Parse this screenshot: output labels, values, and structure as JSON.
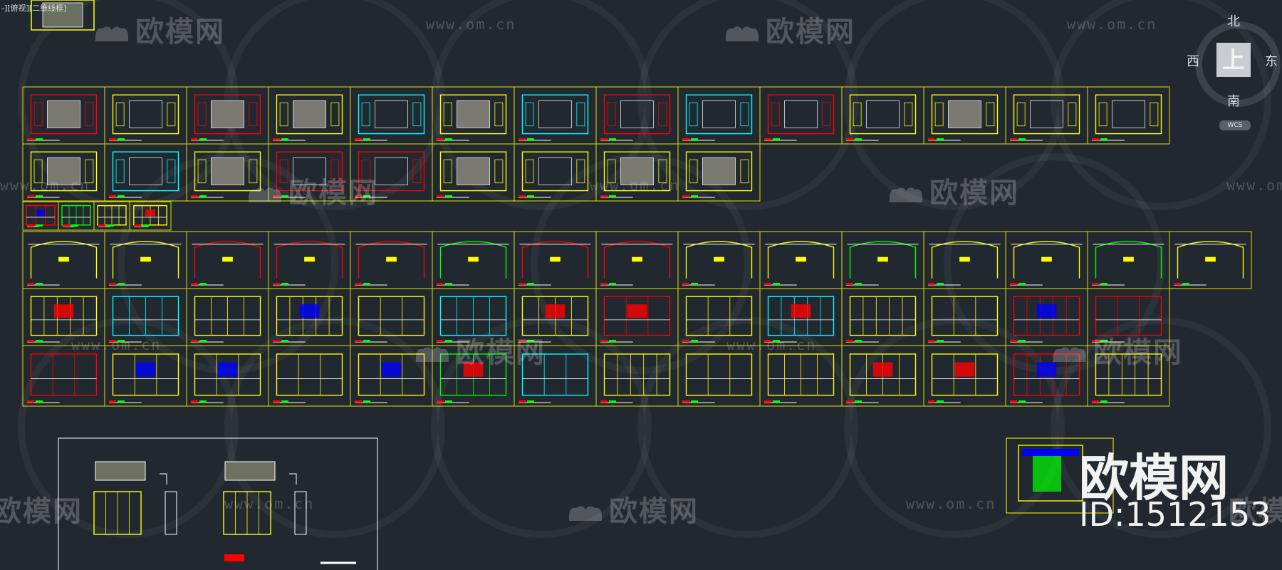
{
  "viewport_label": "-][俯视][二维线框]",
  "watermarks": {
    "logo_text": "欧模网",
    "url_text": "www.om.cn"
  },
  "compass": {
    "north": "北",
    "south": "南",
    "east": "东",
    "west": "西",
    "top_face": "上",
    "wcs": "WCS"
  },
  "stamp": {
    "brand": "欧模网",
    "id": "ID:1512153"
  },
  "colors": {
    "background": "#212830",
    "frame": "#e0e000",
    "yellow": "#ffff00",
    "red": "#ff0000",
    "cyan": "#00ffff",
    "green": "#00ff00",
    "blue": "#0000ff",
    "white": "#ffffff",
    "magenta": "#ff00ff"
  }
}
